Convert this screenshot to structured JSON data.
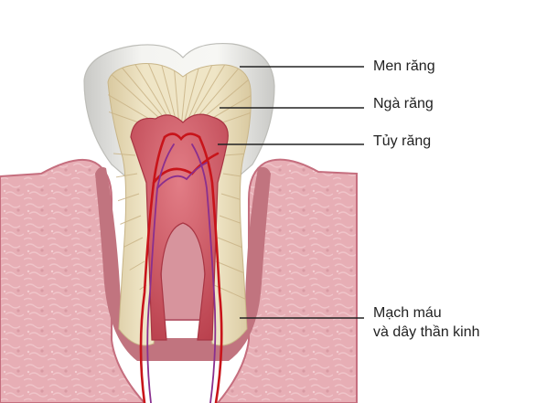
{
  "labels": {
    "enamel": "Men răng",
    "dentin": "Ngà răng",
    "pulp": "Tủy răng",
    "vessels_line1": "Mạch máu",
    "vessels_line2": "và dây thần kinh"
  },
  "colors": {
    "enamel": "#eeeeea",
    "dentin": "#ede2bf",
    "pulp": "#c9505b",
    "gum": "#e7aeb5",
    "gum_edge": "#c56e7e",
    "blood_vessel": "#c8141a",
    "nerve": "#8a2f8e",
    "leader_line": "#222222"
  }
}
